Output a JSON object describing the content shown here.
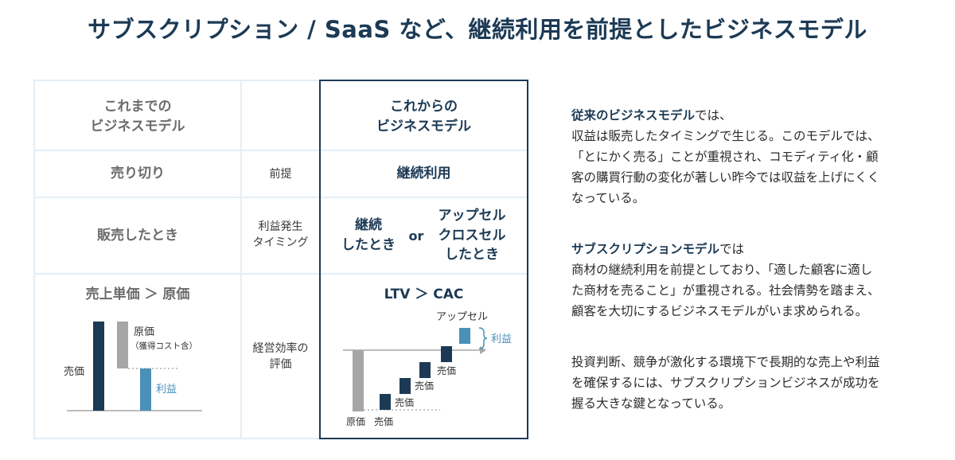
{
  "title": "サブスクリプション / SaaS など、継続利用を前提としたビジネスモデル",
  "table": {
    "header_old": [
      "これまでの",
      "ビジネスモデル"
    ],
    "header_new": [
      "これからの",
      "ビジネスモデル"
    ],
    "rows": [
      {
        "label": "前提",
        "old": "売り切り",
        "new": "継続利用"
      },
      {
        "label": [
          "利益発生",
          "タイミング"
        ],
        "old": "販売したとき",
        "new_left": [
          "継続",
          "したとき"
        ],
        "new_or": "or",
        "new_right": [
          "アップセル",
          "クロスセル",
          "したとき"
        ]
      },
      {
        "label": [
          "経営効率の",
          "評価"
        ],
        "old": "売上単価 ＞ 原価",
        "new": "LTV ＞ CAC"
      }
    ]
  },
  "old_chart": {
    "bars": [
      {
        "name": "売価",
        "color": "#1c3a55"
      },
      {
        "name": "原価",
        "note": "（獲得コスト含）",
        "color": "#a6a6a6"
      },
      {
        "name": "利益",
        "color": "#4a90b8"
      }
    ]
  },
  "new_chart": {
    "labels": {
      "cost": "原価",
      "price": "売価",
      "upsell": "アップセル",
      "profit": "利益"
    },
    "colors": {
      "cost": "#a6a6a6",
      "price": "#1c3a55",
      "upsell": "#4a90b8"
    }
  },
  "description": {
    "p1_bold": "従来のビジネスモデル",
    "p1_rest": "では、",
    "p1_lines": [
      "収益は販売したタイミングで生じる。このモデルでは、",
      "「とにかく売る」ことが重視され、コモディティ化・顧",
      "客の購買行動の変化が著しい昨今では収益を上げにくく",
      "なっている。"
    ],
    "p2_bold": "サブスクリプションモデル",
    "p2_rest": "では",
    "p2_lines": [
      "商材の継続利用を前提としており、「適した顧客に適し",
      "た商材を売ること」が重視される。社会情勢を踏まえ、",
      "顧客を大切にするビジネスモデルがいま求められる。"
    ],
    "p3_lines": [
      "投資判断、競争が激化する環境下で長期的な売上や利益",
      "を確保するには、サブスクリプションビジネスが成功を",
      "握る大きな鍵となっている。"
    ]
  }
}
